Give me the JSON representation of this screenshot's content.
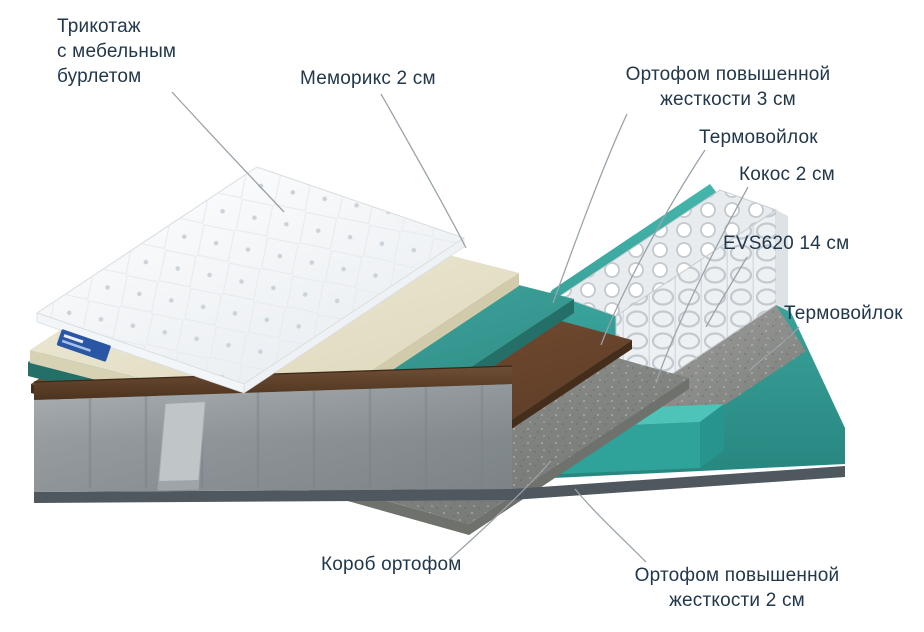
{
  "figure": {
    "type": "mattress-layers-exploded-diagram",
    "language": "ru"
  },
  "labels": {
    "trikotazh": {
      "line1": "Трикотаж",
      "line2": "с мебельным",
      "line3": "бурлетом"
    },
    "memorix": {
      "text": "Меморикс 2 см"
    },
    "ortofom3": {
      "line1": "Ортофом повышенной",
      "line2": "жесткости 3 см"
    },
    "termovoilok_top": {
      "text": "Термовойлок"
    },
    "kokos": {
      "text": "Кокос 2 см"
    },
    "evs": {
      "text": "EVS620 14 см"
    },
    "termovoilok_right": {
      "text": "Термовойлок"
    },
    "korob": {
      "text": "Короб ортофом"
    },
    "ortofom2": {
      "line1": "Ортофом повышенной",
      "line2": "жесткости 2 см"
    }
  },
  "layers": [
    {
      "name": "Трикотаж с мебельным бурлетом",
      "color": "#f8fafc"
    },
    {
      "name": "Меморикс 2 см",
      "color": "#ece8d3"
    },
    {
      "name": "Ортофом повышенной жесткости 3 см",
      "color": "#3aa79e"
    },
    {
      "name": "Термовойлок",
      "color": "#6e4a31"
    },
    {
      "name": "Кокос 2 см",
      "color": "#8d8f8c"
    },
    {
      "name": "EVS620 14 см",
      "color": "#f2f4f5"
    },
    {
      "name": "Термовойлок",
      "color": "#8d8f8c"
    },
    {
      "name": "Короб ортофом",
      "color": "#35b3aa"
    },
    {
      "name": "Ортофом повышенной жесткости 2 см",
      "color": "#525c62"
    }
  ],
  "colors": {
    "text": "#22384a",
    "leader_line": "#9aa3aa",
    "teal": "#3aa79e",
    "cream": "#ece8d3",
    "brown": "#6e4a31",
    "felt_gray": "#8d8f8c",
    "box_fabric_gray": "#9aa0a4",
    "bottom_rim": "#4e585e",
    "tag_blue": "#2a57a5",
    "spring_white": "#f2f4f5"
  }
}
